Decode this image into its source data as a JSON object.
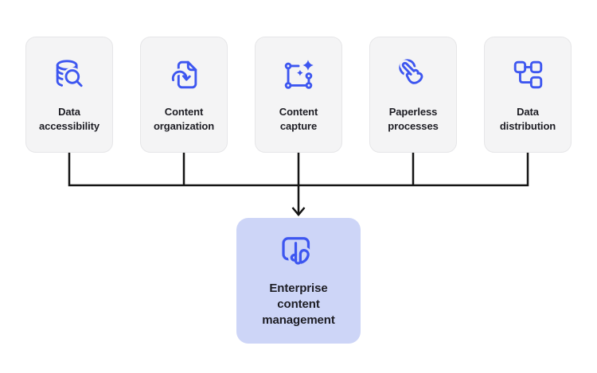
{
  "colors": {
    "page-bg": "#ffffff",
    "accent": "#3d56f0",
    "line": "#141414",
    "card-bg": "#f4f4f5",
    "card-border": "#e6e6e8",
    "result-bg": "#cdd5f7",
    "text": "#1d1d24"
  },
  "diagram": {
    "sources": [
      {
        "icon": "database-search-icon",
        "label_lines": [
          "Data",
          "accessibility"
        ]
      },
      {
        "icon": "document-sync-icon",
        "label_lines": [
          "Content",
          "organization"
        ]
      },
      {
        "icon": "content-capture-icon",
        "label_lines": [
          "Content",
          "capture"
        ]
      },
      {
        "icon": "tap-gesture-icon",
        "label_lines": [
          "Paperless",
          "processes"
        ]
      },
      {
        "icon": "flowchart-icon",
        "label_lines": [
          "Data",
          "distribution"
        ]
      }
    ],
    "result": {
      "icon": "touch-screen-icon",
      "label_lines": [
        "Enterprise",
        "content",
        "management"
      ]
    }
  }
}
